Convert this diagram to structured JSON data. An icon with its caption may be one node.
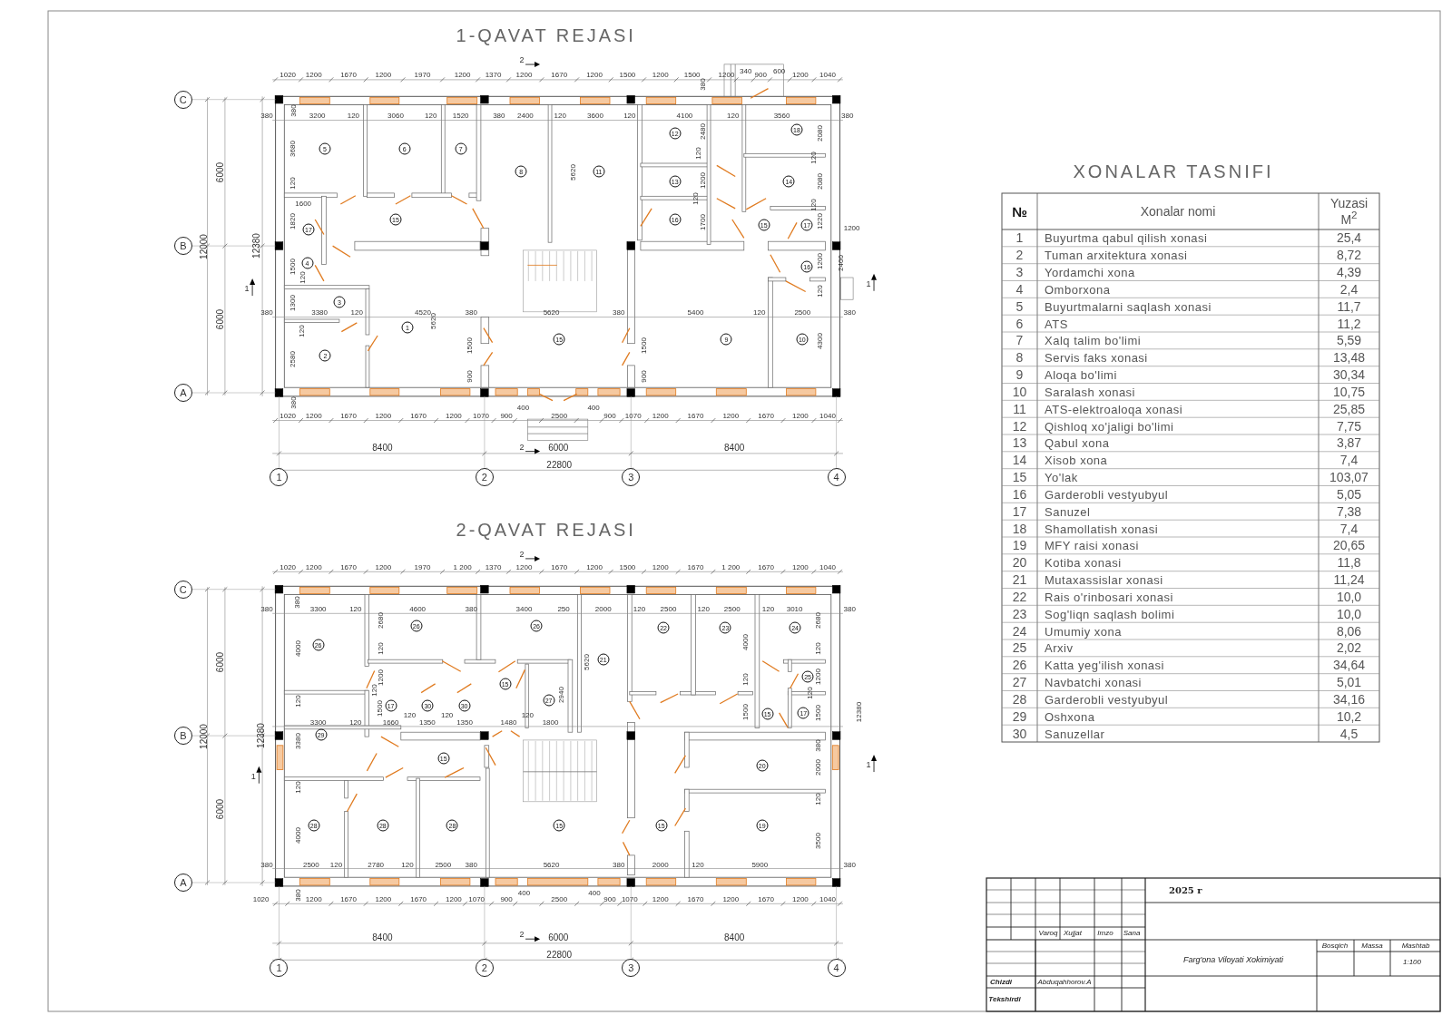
{
  "diagram": {
    "labels": [
      "1-QAVAT REJASI",
      "2",
      "1020",
      "1200",
      "1670",
      "1200",
      "1970",
      "1200",
      "1370",
      "1200",
      "1670",
      "1200",
      "1500",
      "1200",
      "1500",
      "1200",
      "340",
      "900",
      "600",
      "1200",
      "1040",
      "380",
      "380",
      "3200",
      "120",
      "3060",
      "120",
      "1520",
      "380",
      "2400",
      "120",
      "3600",
      "120",
      "4100",
      "120",
      "3560",
      "380",
      "380",
      "2480",
      "2080",
      "120",
      "120",
      "1200",
      "2080",
      "120",
      "120",
      "1700",
      "1220",
      "5620",
      "3680",
      "120",
      "1820",
      "1500",
      "120",
      "1300",
      "1600",
      "1200",
      "6000",
      "12000",
      "12380",
      "6000",
      "C",
      "B",
      "A",
      "1",
      "1",
      "1200",
      "2400",
      "120",
      "380",
      "3380",
      "120",
      "4520",
      "380",
      "5620",
      "380",
      "5400",
      "120",
      "2500",
      "380",
      "5620",
      "120",
      "2580",
      "1500",
      "900",
      "1500",
      "900",
      "4300",
      "380",
      "1020",
      "1200",
      "1670",
      "1200",
      "1670",
      "1200",
      "1070",
      "900",
      "400",
      "2500",
      "400",
      "900",
      "1070",
      "1200",
      "1670",
      "1200",
      "1670",
      "1200",
      "1040",
      "2",
      "8400",
      "6000",
      "8400",
      "22800",
      "1",
      "2",
      "3",
      "4",
      "5",
      "6",
      "7",
      "8",
      "11",
      "12",
      "18",
      "13",
      "14",
      "15",
      "16",
      "15",
      "17",
      "17",
      "4",
      "16",
      "3",
      "1",
      "2",
      "15",
      "9",
      "10",
      "2-QAVAT REJASI",
      "2",
      "1020",
      "1200",
      "1670",
      "1200",
      "1970",
      "1 200",
      "1370",
      "1200",
      "1670",
      "1200",
      "1500",
      "1200",
      "1670",
      "1 200",
      "1670",
      "1200",
      "1040",
      "380",
      "3300",
      "120",
      "4600",
      "380",
      "3400",
      "250",
      "2000",
      "120",
      "2500",
      "120",
      "2500",
      "120",
      "3010",
      "380",
      "380",
      "2680",
      "2680",
      "4000",
      "120",
      "5620",
      "4000",
      "120",
      "1200",
      "120",
      "2940",
      "120",
      "1200",
      "120",
      "120",
      "1500",
      "1500",
      "1500",
      "120",
      "120",
      "120",
      "3300",
      "120",
      "1660",
      "1350",
      "1350",
      "1480",
      "1800",
      "3380",
      "380",
      "2000",
      "120",
      "120",
      "4000",
      "3500",
      "12380",
      "6000",
      "12000",
      "12380",
      "6000",
      "C",
      "B",
      "A",
      "1",
      "1",
      "380",
      "2500",
      "120",
      "2780",
      "120",
      "2500",
      "380",
      "5620",
      "380",
      "2000",
      "120",
      "5900",
      "380",
      "380",
      "1020",
      "1200",
      "1670",
      "1200",
      "1670",
      "1200",
      "1070",
      "900",
      "400",
      "2500",
      "400",
      "900",
      "1070",
      "1200",
      "1670",
      "1200",
      "1670",
      "1200",
      "1040",
      "2",
      "8400",
      "6000",
      "8400",
      "22800",
      "1",
      "2",
      "3",
      "4",
      "26",
      "26",
      "26",
      "21",
      "22",
      "23",
      "24",
      "15",
      "25",
      "27",
      "17",
      "30",
      "30",
      "15",
      "17",
      "29",
      "15",
      "20",
      "28",
      "28",
      "28",
      "15",
      "15",
      "19",
      "XONALAR TASNIFI",
      "№",
      "Xonalar nomi",
      "Yuzasi M$^{2}$",
      "1",
      "Buyurtma qabul qilish xonasi",
      "25,4",
      "2",
      "Tuman arxitektura xonasi",
      "8,72",
      "3",
      "Yordamchi xona",
      "4,39",
      "4",
      "Omborxona",
      "2,4",
      "5",
      "Buyurtmalarni saqlash xonasi",
      "11,7",
      "6",
      "ATS",
      "11,2",
      "7",
      "Xalq talim bo'limi",
      "5,59",
      "8",
      "Servis faks xonasi",
      "13,48",
      "9",
      "Aloqa bo'limi",
      "30,34",
      "10",
      "Saralash xonasi",
      "10,75",
      "11",
      "ATS-elektroaloqa xonasi",
      "25,85",
      "12",
      "Qishloq xo'jaligi bo'limi",
      "7,75",
      "13",
      "Qabul xona",
      "3,87",
      "14",
      "Xisob xona",
      "7,4",
      "15",
      "Yo'lak",
      "103,07",
      "16",
      "Garderobli vestyubyul",
      "5,05",
      "17",
      "Sanuzel",
      "7,38",
      "18",
      "Shamollatish xonasi",
      "7,4",
      "19",
      "MFY raisi xonasi",
      "20,65",
      "20",
      "Kotiba xonasi",
      "11,8",
      "21",
      "Mutaxassislar xonasi",
      "11,24",
      "22",
      "Rais o'rinbosari xonasi",
      "10,0",
      "23",
      "Sog'liqn saqlash bolimi",
      "10,0",
      "24",
      "Umumiy xona",
      "8,06",
      "25",
      "Arxiv",
      "2,02",
      "26",
      "Katta yeg'ilish xonasi",
      "34,64",
      "27",
      "Navbatchi xonasi",
      "5,01",
      "28",
      "Garderobli vestyubyul",
      "34,16",
      "29",
      "Oshxona",
      "10,2",
      "30",
      "Sanuzellar",
      "4,5",
      "2025 r",
      "Varoq",
      "Xujjat",
      "Imzo",
      "Sana",
      "Bosqich",
      "Massa",
      "Mashtab",
      "Farg'ona Viloyati Xokimiyati",
      "1:100",
      "Chizdi",
      "Abduqahhorov.A",
      "Tekshirdi"
    ]
  }
}
